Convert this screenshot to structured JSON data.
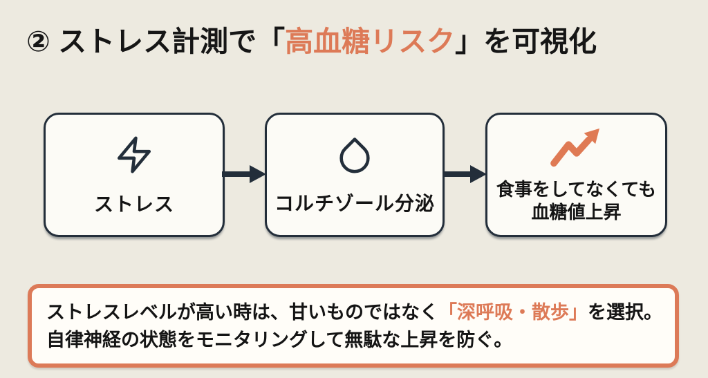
{
  "title": {
    "prefix": "② ストレス計測で「",
    "highlight": "高血糖リスク",
    "suffix": "」を可視化"
  },
  "flow": {
    "steps": [
      {
        "icon": "lightning-bolt-icon",
        "label": "ストレス"
      },
      {
        "icon": "water-droplet-icon",
        "label": "コルチゾール分泌"
      },
      {
        "icon": "trending-up-arrow-icon",
        "label_line1": "食事をしてなくても",
        "label_line2": "血糖値上昇"
      }
    ],
    "arrow_icon": "right-arrow-icon"
  },
  "note": {
    "line1_before": "ストレスレベルが高い時は、甘いものではなく",
    "line1_highlight": "「深呼吸・散歩」",
    "line1_after": "を選択。",
    "line2": "自律神経の状態をモニタリングして無駄な上昇を防ぐ。"
  },
  "colors": {
    "background": "#edeae0",
    "card_background": "#fcfbf6",
    "outline_navy": "#232e3a",
    "accent_orange": "#dd7a57",
    "note_border_orange": "#dc7a58",
    "text_black": "#141414"
  }
}
